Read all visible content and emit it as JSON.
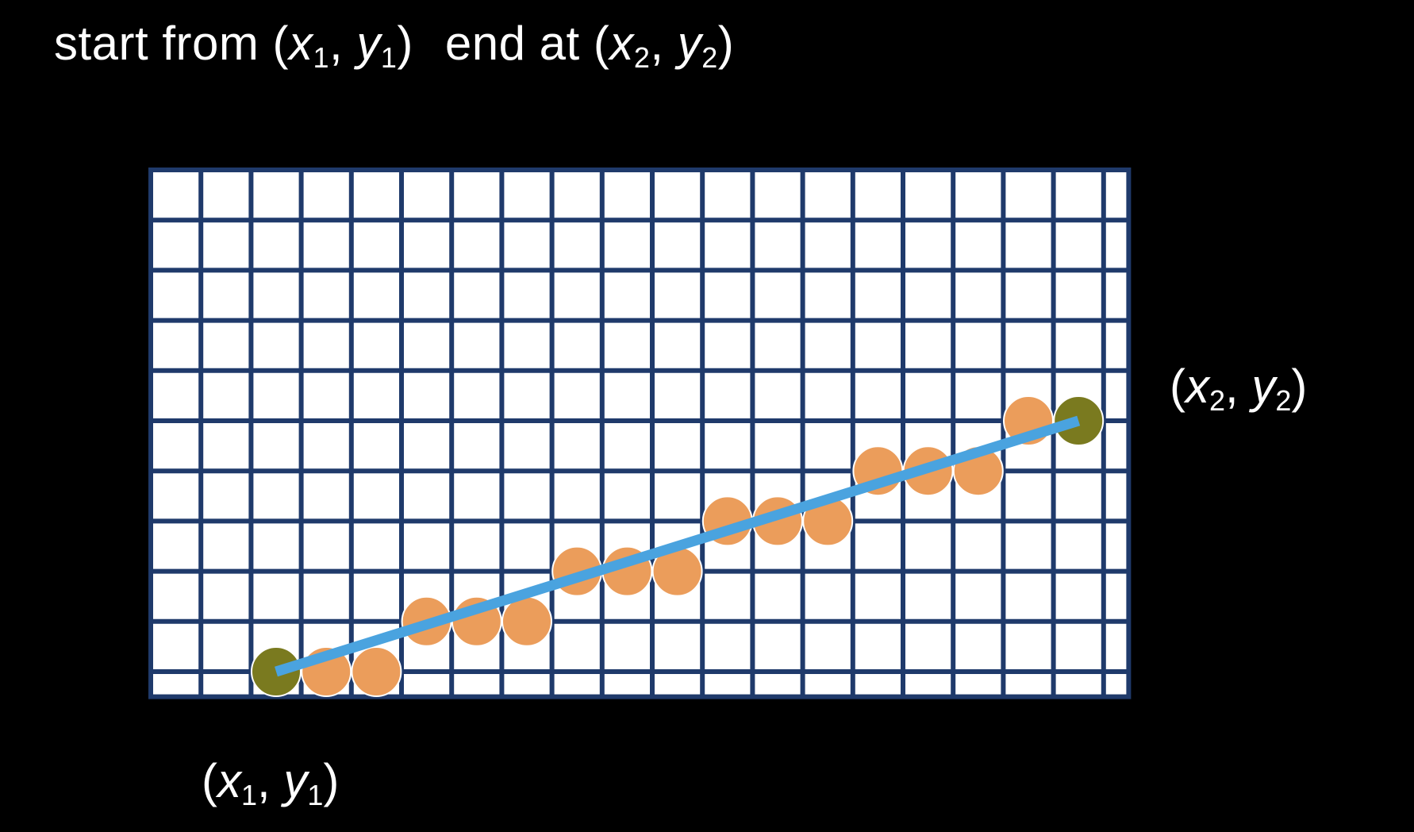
{
  "title": {
    "start_prefix": "start from (",
    "x1": "x",
    "x1_sub": "1",
    "sep1": ", ",
    "y1": "y",
    "y1_sub": "1",
    "close1": ")",
    "end_prefix": "end at (",
    "x2": "x",
    "x2_sub": "2",
    "sep2": ", ",
    "y2": "y",
    "y2_sub": "2",
    "close2": ")"
  },
  "start_label": {
    "open": "(",
    "x": "x",
    "x_sub": "1",
    "sep": ", ",
    "y": "y",
    "y_sub": "1",
    "close": ")"
  },
  "end_label": {
    "open": "(",
    "x": "x",
    "x_sub": "2",
    "sep": ", ",
    "y": "y",
    "y_sub": "2",
    "close": ")"
  },
  "grid": {
    "columns": 19.5,
    "rows": 10.5,
    "line_color": "#1f3a6b",
    "cell_color": "#ffffff"
  },
  "line": {
    "color": "#4aa3df",
    "start": {
      "col": 2.5,
      "row": 0.5
    },
    "end": {
      "col": 18.5,
      "row": 5.5
    }
  },
  "endpoints": {
    "color": "#7a7a1f",
    "points": [
      {
        "col": 2.5,
        "row": 0.5
      },
      {
        "col": 18.5,
        "row": 5.5
      }
    ]
  },
  "pixels": {
    "color": "#eb9d5b",
    "points": [
      {
        "col": 3.5,
        "row": 0.5
      },
      {
        "col": 4.5,
        "row": 0.5
      },
      {
        "col": 5.5,
        "row": 1.5
      },
      {
        "col": 6.5,
        "row": 1.5
      },
      {
        "col": 7.5,
        "row": 1.5
      },
      {
        "col": 8.5,
        "row": 2.5
      },
      {
        "col": 9.5,
        "row": 2.5
      },
      {
        "col": 10.5,
        "row": 2.5
      },
      {
        "col": 11.5,
        "row": 3.5
      },
      {
        "col": 12.5,
        "row": 3.5
      },
      {
        "col": 13.5,
        "row": 3.5
      },
      {
        "col": 14.5,
        "row": 4.5
      },
      {
        "col": 15.5,
        "row": 4.5
      },
      {
        "col": 16.5,
        "row": 4.5
      },
      {
        "col": 17.5,
        "row": 5.5
      }
    ]
  }
}
